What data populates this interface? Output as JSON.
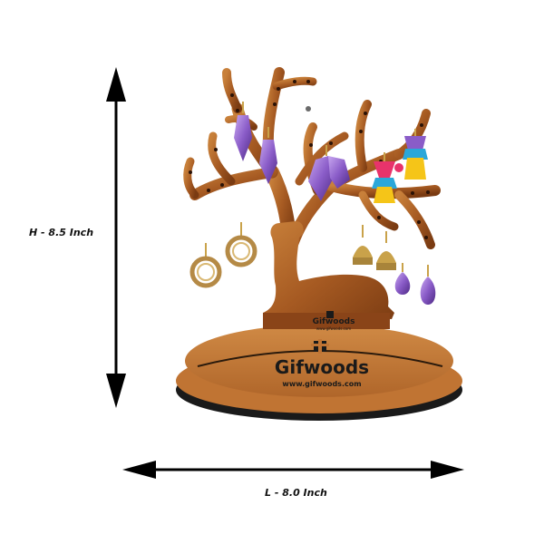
{
  "dimensions": {
    "height_label": "H - 8.5 Inch",
    "length_label": "L - 8.0 Inch"
  },
  "product": {
    "brand": "Gifwoods",
    "website": "www.gifwoods.com",
    "deer_brand": "Gifwoods",
    "deer_website": "www.gifwoods.com"
  },
  "colors": {
    "wood_dark": "#7a3b12",
    "wood_mid": "#a65a22",
    "wood_light": "#c8803a",
    "base_edge": "#1a1a1a",
    "amethyst": "#8a5cc8",
    "tassel_yellow": "#f5c518",
    "tassel_pink": "#e8336b",
    "tassel_blue": "#2aa7d9",
    "gold": "#c9a24a",
    "arrow": "#000000"
  }
}
